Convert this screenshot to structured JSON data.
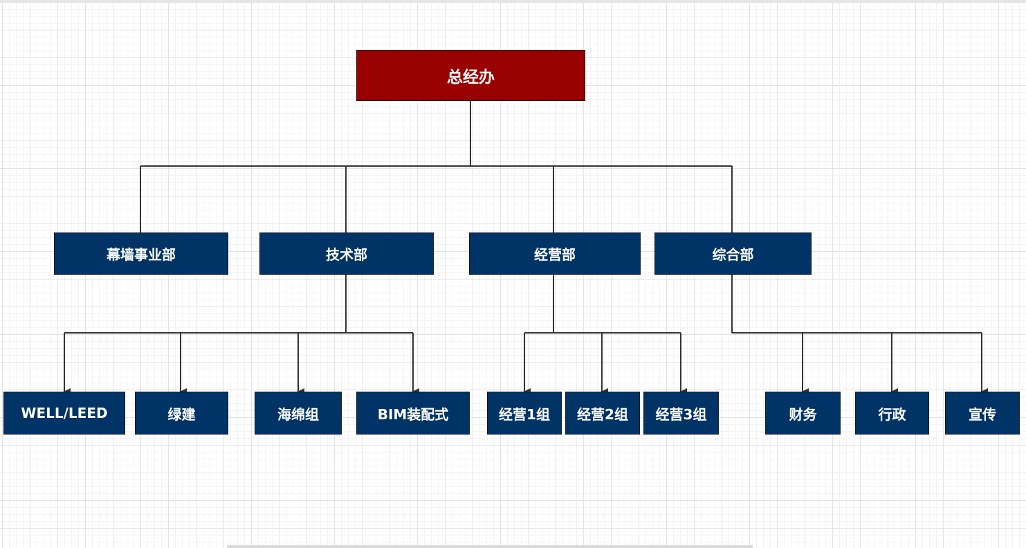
{
  "org_chart": {
    "root": {
      "label": "总经办",
      "color": "#990000"
    },
    "node_color": "#003366",
    "departments": [
      {
        "label": "幕墙事业部",
        "children": []
      },
      {
        "label": "技术部",
        "children": [
          "WELL/LEED",
          "绿建",
          "海绵组",
          "BIM装配式"
        ]
      },
      {
        "label": "经营部",
        "children": [
          "经营1组",
          "经营2组",
          "经营3组"
        ]
      },
      {
        "label": "综合部",
        "children": [
          "财务",
          "行政",
          "宣传"
        ]
      }
    ]
  }
}
